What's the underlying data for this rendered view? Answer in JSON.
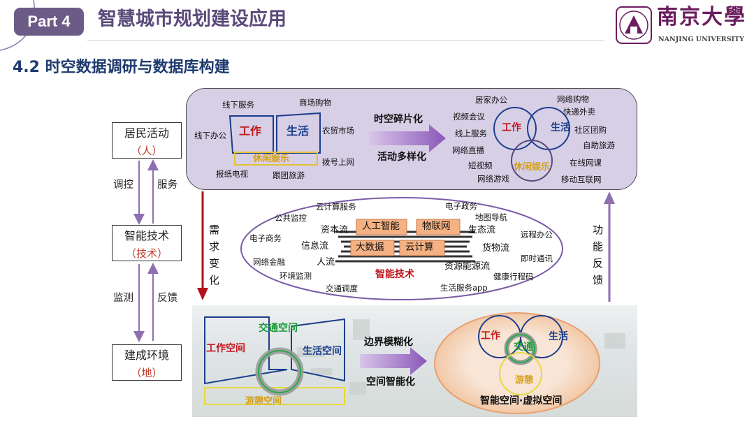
{
  "header": {
    "part_label": "Part 4",
    "title": "智慧城市规划建设应用",
    "section_title": "4.2 时空数据调研与数据库构建",
    "university_cn": "南京大學",
    "university_en": "NANJING UNIVERSITY"
  },
  "left_column": {
    "boxes": [
      {
        "main": "居民活动",
        "sub": "（人）"
      },
      {
        "main": "智能技术",
        "sub": "（技术）"
      },
      {
        "main": "建成环境",
        "sub": "（地）"
      }
    ],
    "relation_1": {
      "left": "调控",
      "right": "服务"
    },
    "relation_2": {
      "left": "监测",
      "right": "反馈"
    }
  },
  "side_labels": {
    "demand_change": [
      "需",
      "求",
      "变",
      "化"
    ],
    "function_feedback": [
      "功",
      "能",
      "反",
      "馈"
    ]
  },
  "top_panel": {
    "left_items": [
      "线下服务",
      "商场购物",
      "线下办公",
      "农贸市场",
      "拨号上网",
      "报纸电视",
      "跟团旅游"
    ],
    "blocks": {
      "work": "工作",
      "life": "生活",
      "leisure": "休闲娱乐"
    },
    "arrow_top": "时空碎片化",
    "arrow_bottom": "活动多样化",
    "right_items": [
      "居家办公",
      "网络购物",
      "视频会议",
      "快递外卖",
      "线上服务",
      "社区团购",
      "网络直播",
      "自助旅游",
      "短视频",
      "在线网课",
      "网络游戏",
      "移动互联网"
    ],
    "venn": {
      "work": "工作",
      "life": "生活",
      "leisure": "休闲娱乐"
    }
  },
  "middle_panel": {
    "items": [
      "云计算服务",
      "电子政务",
      "公共监控",
      "地图导航",
      "电子商务",
      "远程办公",
      "网络金融",
      "即时通讯",
      "环境监测",
      "健康行程码",
      "交通调度",
      "生活服务app"
    ],
    "flows": [
      "资本流",
      "生态流",
      "信息流",
      "货物流",
      "人流",
      "资源能源流"
    ],
    "techs": [
      "人工智能",
      "物联网",
      "大数据",
      "云计算"
    ],
    "core": "智能技术"
  },
  "bottom_panel": {
    "left_labels": {
      "transport": "交通空间",
      "work": "工作空间",
      "life": "生活空间",
      "leisure": "游憩空间"
    },
    "arrow_top": "边界模糊化",
    "arrow_bottom": "空间智能化",
    "venn": {
      "work": "工作",
      "transport": "交通",
      "life": "生活",
      "leisure": "游憩"
    },
    "right_caption": "智能空间·虚拟空间"
  }
}
